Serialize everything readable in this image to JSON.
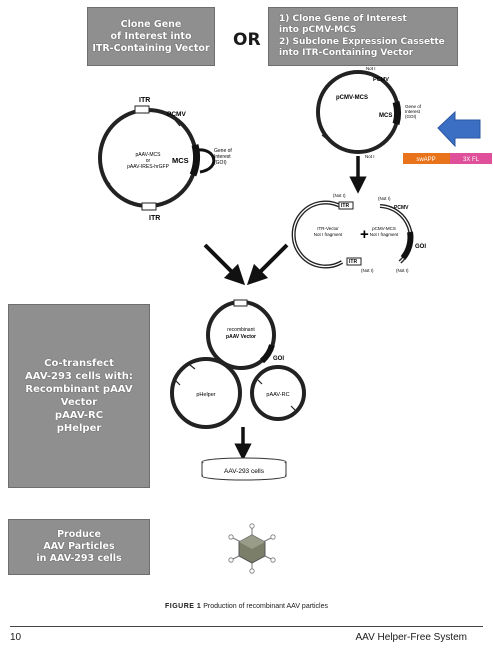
{
  "steps": {
    "left_box": "Clone Gene\nof Interest into\nITR-Containing Vector",
    "or_label": "OR",
    "right_box": "1) Clone Gene of Interest\ninto pCMV-MCS\n2) Subclone Expression Cassette\ninto ITR-Containing Vector",
    "cotransfect_box": "Co-transfect\nAAV-293 cells with:\nRecombinant pAAV Vector\npAAV-RC\npHelper",
    "produce_box": "Produce\nAAV Particles\nin AAV-293 cells"
  },
  "plasmid_left": {
    "itr_top": "ITR",
    "itr_bottom": "ITR",
    "promoter": "PCMV",
    "name_line1": "pAAV-MCS",
    "name_line2": "or",
    "name_line3": "pAAV-IRES-hrGFP",
    "mcs": "MCS",
    "goi_line1": "Gene of",
    "goi_line2": "Interest",
    "goi_line3": "(GOI)"
  },
  "plasmid_right": {
    "not_top": "Not I",
    "promoter": "PCMV",
    "name": "pCMV-MCS",
    "mcs": "MCS",
    "goi_line1": "Gene of",
    "goi_line2": "Interest",
    "goi_line3": "(GOI)",
    "not_bottom": "Not I"
  },
  "insert_bar": {
    "label_a": "swAPP",
    "label_b": "3X FL",
    "color_a": "#e8731a",
    "color_b": "#e0509a",
    "arrow_color": "#3a6fc4"
  },
  "fragments": {
    "left_not_top": "(Not I)",
    "left_itr_top": "ITR",
    "left_name_line1": "ITR-Vector",
    "left_name_line2": "Not I fragment",
    "left_itr_bottom": "ITR",
    "left_not_bottom": "(Not I)",
    "plus": "+",
    "right_not_top": "(Not I)",
    "right_promoter": "PCMV",
    "right_name_line1": "pCMV-MCS",
    "right_name_line2": "Not I fragment",
    "right_goi": "GOI",
    "right_not_bottom": "(Not I)"
  },
  "cotransfection": {
    "recombinant_line1": "recombinant",
    "recombinant_line2": "pAAV Vector",
    "recombinant_goi": "GOI",
    "phelper": "pHelper",
    "paav_rc": "pAAV-RC",
    "dish": "AAV-293 cells"
  },
  "caption": {
    "figure": "FIGURE 1",
    "text": " Production of recombinant AAV particles"
  },
  "footer": {
    "page_number": "10",
    "running_title": "AAV Helper-Free System"
  }
}
